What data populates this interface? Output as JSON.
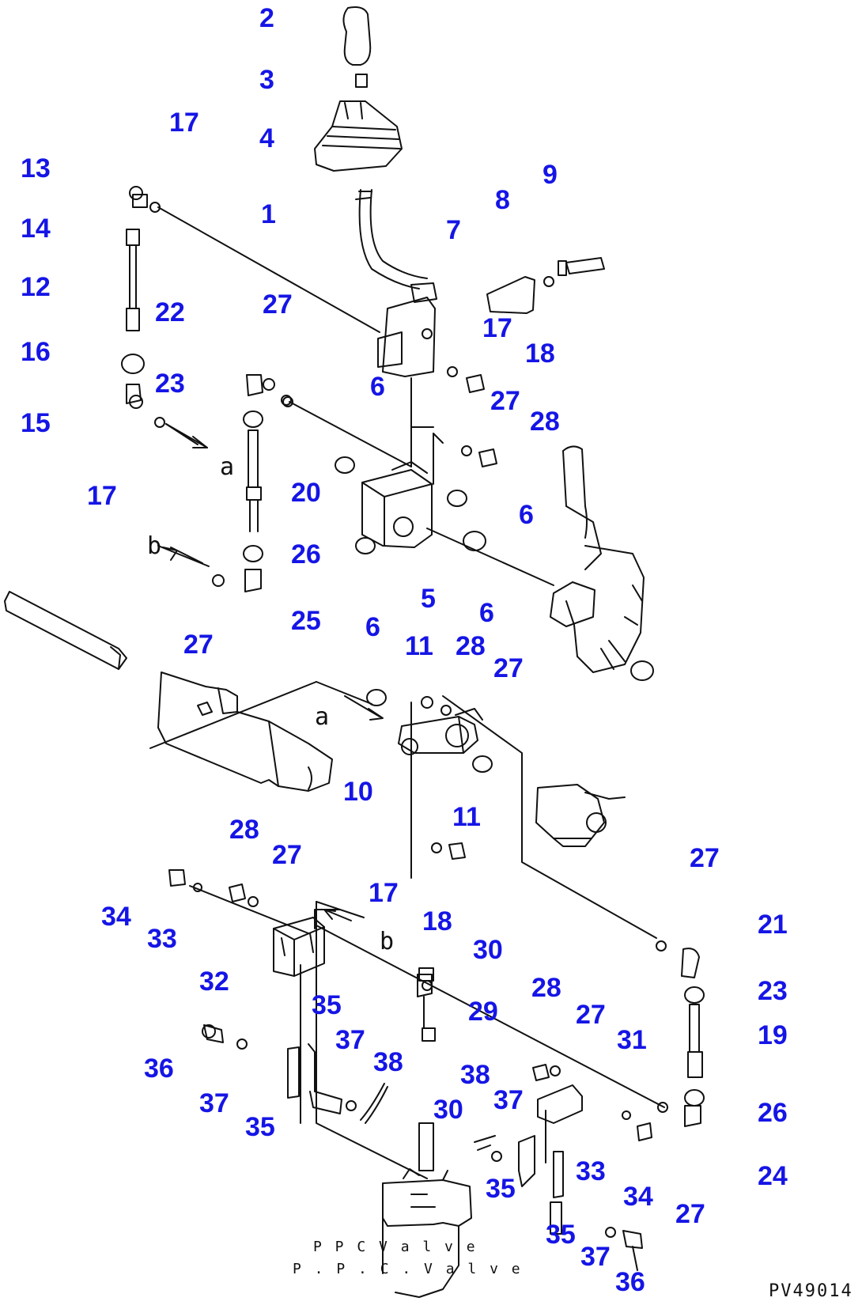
{
  "part_numbers": [
    {
      "id": "p2",
      "label": "2"
    },
    {
      "id": "p3",
      "label": "3"
    },
    {
      "id": "p4",
      "label": "4"
    },
    {
      "id": "p17a",
      "label": "17"
    },
    {
      "id": "p13",
      "label": "13"
    },
    {
      "id": "p1",
      "label": "1"
    },
    {
      "id": "p9",
      "label": "9"
    },
    {
      "id": "p8",
      "label": "8"
    },
    {
      "id": "p7",
      "label": "7"
    },
    {
      "id": "p14",
      "label": "14"
    },
    {
      "id": "p12",
      "label": "12"
    },
    {
      "id": "p22",
      "label": "22"
    },
    {
      "id": "p27a",
      "label": "27"
    },
    {
      "id": "p17b",
      "label": "17"
    },
    {
      "id": "p16",
      "label": "16"
    },
    {
      "id": "p18a",
      "label": "18"
    },
    {
      "id": "p23a",
      "label": "23"
    },
    {
      "id": "p6a",
      "label": "6"
    },
    {
      "id": "p27b",
      "label": "27"
    },
    {
      "id": "p15",
      "label": "15"
    },
    {
      "id": "p28a",
      "label": "28"
    },
    {
      "id": "p20",
      "label": "20"
    },
    {
      "id": "p17c",
      "label": "17"
    },
    {
      "id": "p6b",
      "label": "6"
    },
    {
      "id": "p26a",
      "label": "26"
    },
    {
      "id": "p5",
      "label": "5"
    },
    {
      "id": "p25",
      "label": "25"
    },
    {
      "id": "p6c",
      "label": "6"
    },
    {
      "id": "p6d",
      "label": "6"
    },
    {
      "id": "p27c",
      "label": "27"
    },
    {
      "id": "p11a",
      "label": "11"
    },
    {
      "id": "p28b",
      "label": "28"
    },
    {
      "id": "p27d",
      "label": "27"
    },
    {
      "id": "p10",
      "label": "10"
    },
    {
      "id": "p11b",
      "label": "11"
    },
    {
      "id": "p28c",
      "label": "28"
    },
    {
      "id": "p27e",
      "label": "27"
    },
    {
      "id": "p27f",
      "label": "27"
    },
    {
      "id": "p17d",
      "label": "17"
    },
    {
      "id": "p34a",
      "label": "34"
    },
    {
      "id": "p33a",
      "label": "33"
    },
    {
      "id": "p18b",
      "label": "18"
    },
    {
      "id": "p21",
      "label": "21"
    },
    {
      "id": "p30a",
      "label": "30"
    },
    {
      "id": "p32",
      "label": "32"
    },
    {
      "id": "p23b",
      "label": "23"
    },
    {
      "id": "p35a",
      "label": "35"
    },
    {
      "id": "p29",
      "label": "29"
    },
    {
      "id": "p28d",
      "label": "28"
    },
    {
      "id": "p27g",
      "label": "27"
    },
    {
      "id": "p31",
      "label": "31"
    },
    {
      "id": "p19",
      "label": "19"
    },
    {
      "id": "p37a",
      "label": "37"
    },
    {
      "id": "p38a",
      "label": "38"
    },
    {
      "id": "p36a",
      "label": "36"
    },
    {
      "id": "p38b",
      "label": "38"
    },
    {
      "id": "p37b",
      "label": "37"
    },
    {
      "id": "p37c",
      "label": "37"
    },
    {
      "id": "p30b",
      "label": "30"
    },
    {
      "id": "p26b",
      "label": "26"
    },
    {
      "id": "p35b",
      "label": "35"
    },
    {
      "id": "p24",
      "label": "24"
    },
    {
      "id": "p33b",
      "label": "33"
    },
    {
      "id": "p35c",
      "label": "35"
    },
    {
      "id": "p34b",
      "label": "34"
    },
    {
      "id": "p27h",
      "label": "27"
    },
    {
      "id": "p35d",
      "label": "35"
    },
    {
      "id": "p37d",
      "label": "37"
    },
    {
      "id": "p36b",
      "label": "36"
    }
  ],
  "reference_letters": [
    {
      "id": "ra1",
      "label": "a"
    },
    {
      "id": "rb1",
      "label": "b"
    },
    {
      "id": "ra2",
      "label": "a"
    },
    {
      "id": "rb2",
      "label": "b"
    }
  ],
  "valve_label_line1": "P P C V a l v e",
  "valve_label_line2": "P . P . C .  V a l v e",
  "drawing_code": "PV49014",
  "colors": {
    "part_number": "#1515e6",
    "line_art": "#111111",
    "background": "#ffffff"
  }
}
